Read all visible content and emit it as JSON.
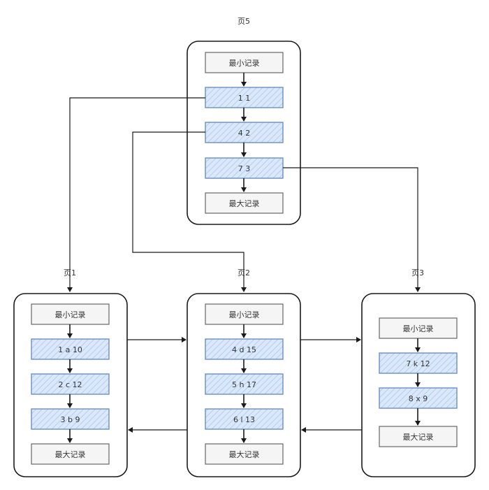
{
  "colors": {
    "stroke": "#1a1a1a",
    "grey_fill": "#f5f5f5",
    "grey_border": "#666666",
    "blue_fill": "#dae8fc",
    "blue_border": "#6c8ebf",
    "text": "#333333"
  },
  "pages": [
    {
      "id": "page5",
      "label": "页5",
      "records": [
        {
          "text": "最小记录",
          "kind": "min"
        },
        {
          "text": "1 1",
          "kind": "user"
        },
        {
          "text": "4 2",
          "kind": "user"
        },
        {
          "text": "7 3",
          "kind": "user"
        },
        {
          "text": "最大记录",
          "kind": "max"
        }
      ]
    },
    {
      "id": "page1",
      "label": "页1",
      "records": [
        {
          "text": "最小记录",
          "kind": "min"
        },
        {
          "text": "1 a 10",
          "kind": "user"
        },
        {
          "text": "2 c 12",
          "kind": "user"
        },
        {
          "text": "3 b 9",
          "kind": "user"
        },
        {
          "text": "最大记录",
          "kind": "max"
        }
      ]
    },
    {
      "id": "page2",
      "label": "页2",
      "records": [
        {
          "text": "最小记录",
          "kind": "min"
        },
        {
          "text": "4 d 15",
          "kind": "user"
        },
        {
          "text": "5 h 17",
          "kind": "user"
        },
        {
          "text": "6 l 13",
          "kind": "user"
        },
        {
          "text": "最大记录",
          "kind": "max"
        }
      ]
    },
    {
      "id": "page3",
      "label": "页3",
      "records": [
        {
          "text": "最小记录",
          "kind": "min"
        },
        {
          "text": "7 k 12",
          "kind": "user"
        },
        {
          "text": "8 x 9",
          "kind": "user"
        },
        {
          "text": "最大记录",
          "kind": "max"
        }
      ]
    }
  ]
}
